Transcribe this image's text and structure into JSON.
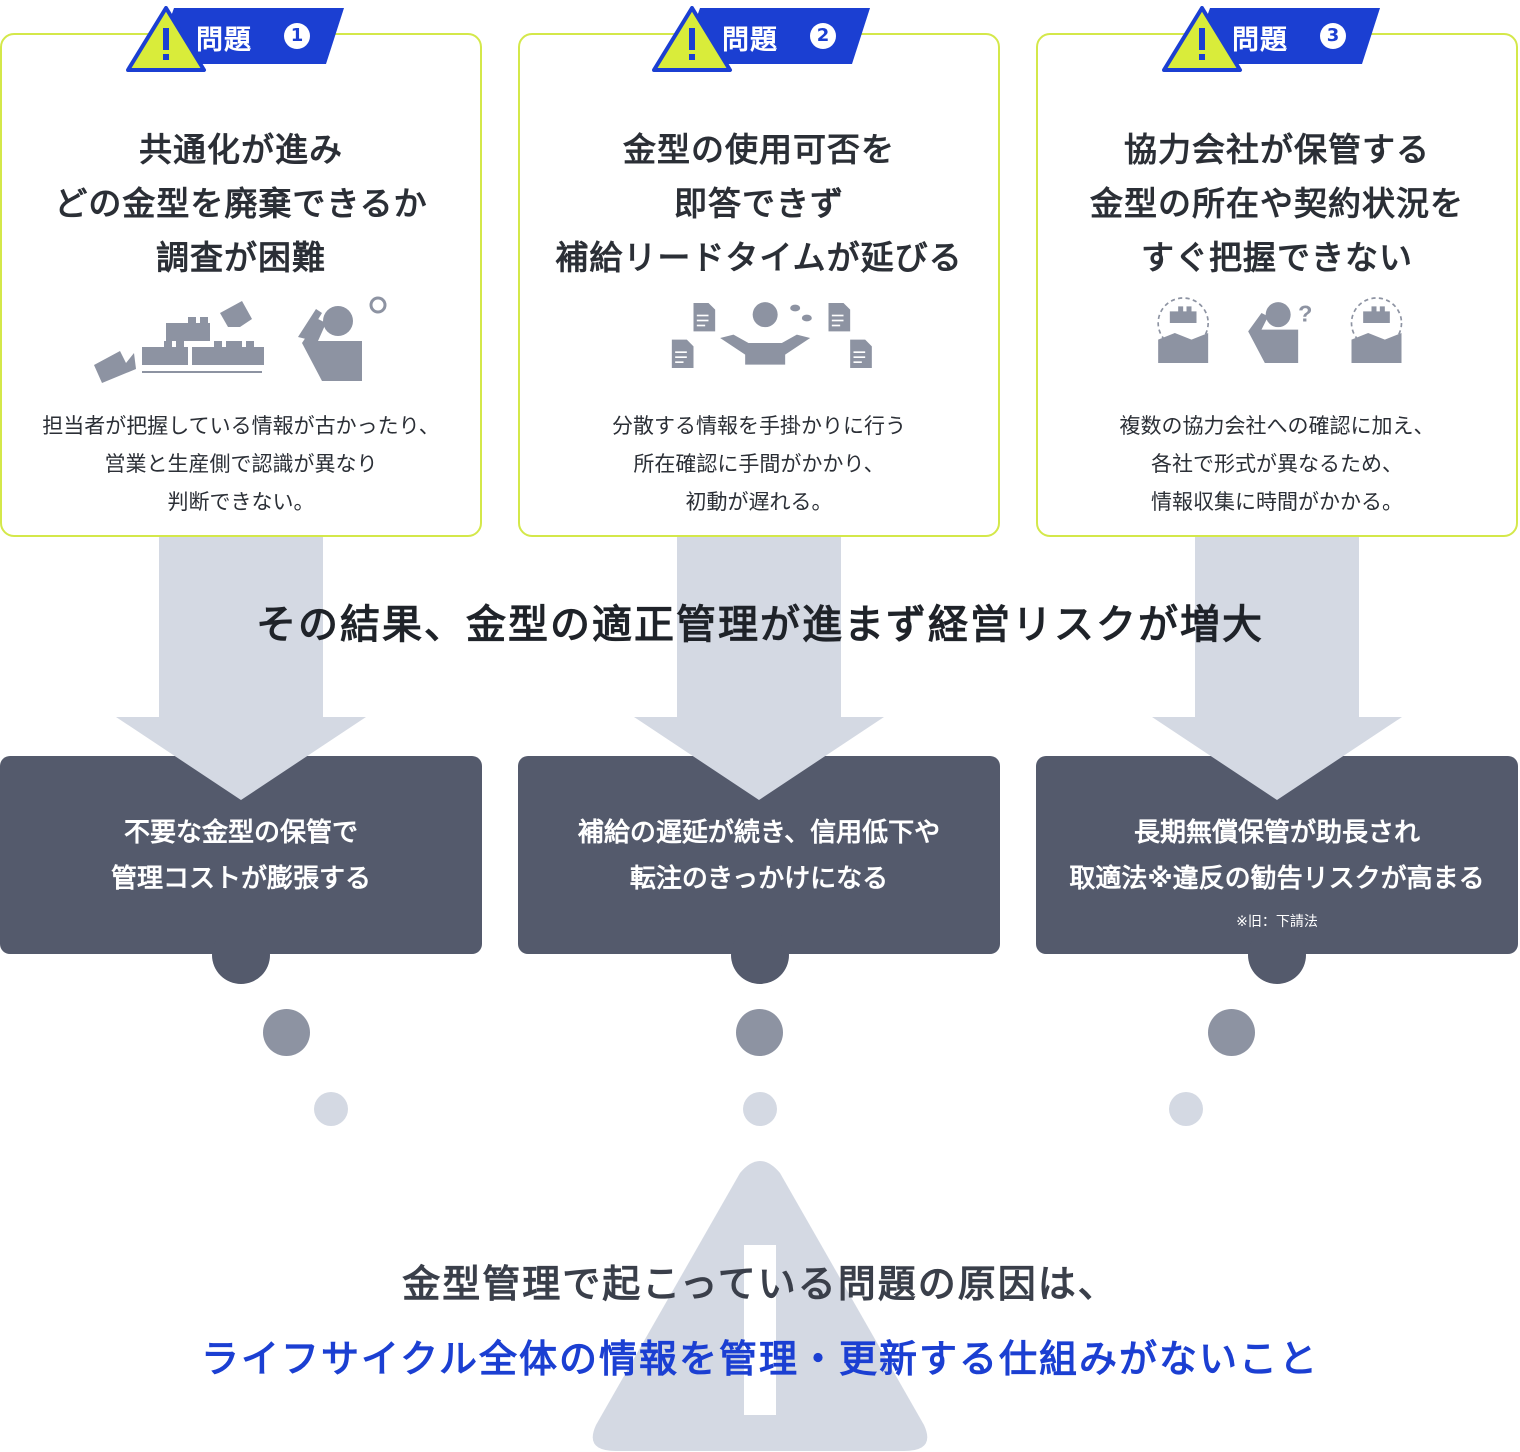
{
  "problems": [
    {
      "badge_label": "問題",
      "badge_number": "1",
      "title": "共通化が進み\nどの金型を廃棄できるか\n調査が困難",
      "icons": [
        "broken-blocks-icon",
        "confused-person-icon"
      ],
      "description": "担当者が把握している情報が古かったり、\n営業と生産側で認識が異なり\n判断できない。"
    },
    {
      "badge_label": "問題",
      "badge_number": "2",
      "title": "金型の使用可否を\n即答できず\n補給リードタイムが延びる",
      "icons": [
        "document-icon",
        "shrugging-person-icon",
        "document-icon"
      ],
      "description": "分散する情報を手掛かりに行う\n所在確認に手間がかかり、\n初動が遅れる。"
    },
    {
      "badge_label": "問題",
      "badge_number": "3",
      "title": "協力会社が保管する\n金型の所在や契約状況を\nすぐ把握できない",
      "icons": [
        "factory-icon",
        "questioning-person-icon",
        "factory-icon"
      ],
      "description": "複数の協力会社への確認に加え、\n各社で形式が異なるため、\n情報収集に時間がかかる。"
    }
  ],
  "result_text": "その結果、金型の適正管理が進まず経営リスクが増大",
  "consequences": [
    {
      "text": "不要な金型の保管で\n管理コストが膨張する",
      "note": ""
    },
    {
      "text": "補給の遅延が続き、信用低下や\n転注のきっかけになる",
      "note": ""
    },
    {
      "text": "長期無償保管が助長され\n取適法※違反の勧告リスクが高まる",
      "note": "※旧：下請法"
    }
  ],
  "conclusion": {
    "line1": "金型管理で起こっている問題の原因は、",
    "line2": "ライフサイクル全体の情報を管理・更新する仕組みがないこと"
  },
  "colors": {
    "card_border": "#d4e84a",
    "badge_blue": "#1b3fd2",
    "warning_yellow": "#d9ec3a",
    "arrow": "#d4d9e3",
    "consequence_bg": "#545a6c",
    "icon_gray": "#8d93a2",
    "emphasis_blue": "#1b3fd2"
  }
}
